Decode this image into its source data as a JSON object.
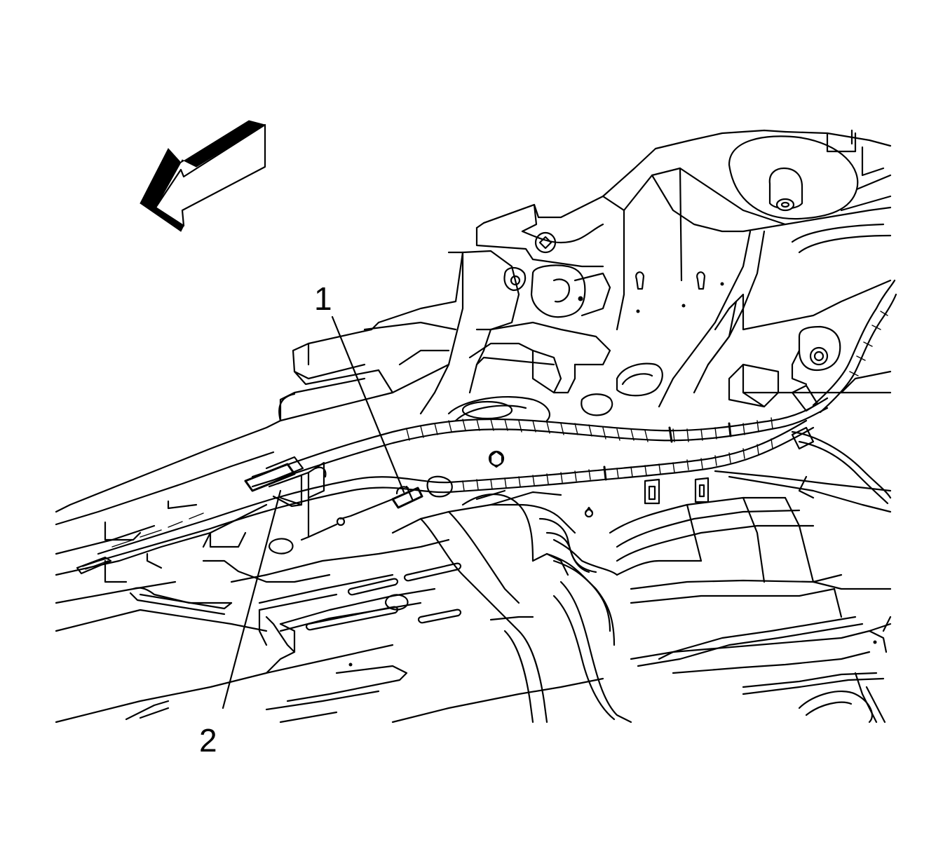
{
  "callouts": [
    {
      "number": "1",
      "label": "1"
    },
    {
      "number": "2",
      "label": "2"
    }
  ],
  "icons": {
    "direction_arrow": "front-direction-arrow-icon"
  },
  "colors": {
    "line": "#000000",
    "background": "#ffffff"
  }
}
